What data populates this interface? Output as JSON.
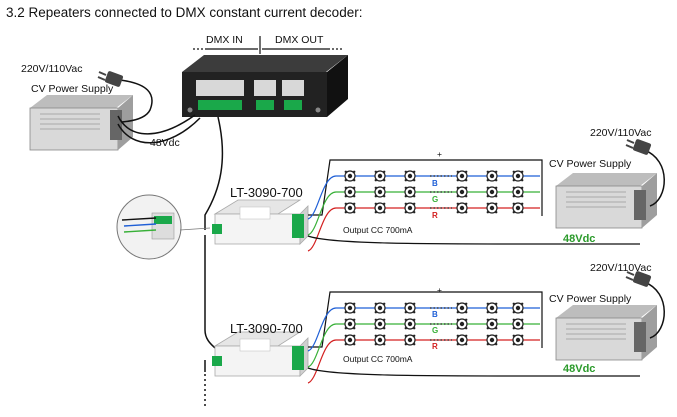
{
  "title": "3.2 Repeaters connected to DMX constant current decoder:",
  "dmx_in": "DMX IN",
  "dmx_out": "DMX OUT",
  "voltage_top_left": "220V/110Vac",
  "psu_label_top_left": "CV Power Supply",
  "dc_top_left": "48Vdc",
  "units": [
    {
      "model": "LT-3090-700",
      "voltage": "220V/110Vac",
      "psu_label": "CV Power Supply",
      "dc": "48Vdc",
      "output": "Output CC 700mA",
      "plus": "+",
      "channels": [
        "B",
        "G",
        "R"
      ]
    },
    {
      "model": "LT-3090-700",
      "voltage": "220V/110Vac",
      "psu_label": "CV Power Supply",
      "dc": "48Vdc",
      "output": "Output CC 700mA",
      "plus": "+",
      "channels": [
        "B",
        "G",
        "R"
      ]
    }
  ],
  "colors": {
    "blue": "#1f5fd6",
    "green": "#38b038",
    "red": "#d32020",
    "dc_label": "#2a9a2a"
  }
}
